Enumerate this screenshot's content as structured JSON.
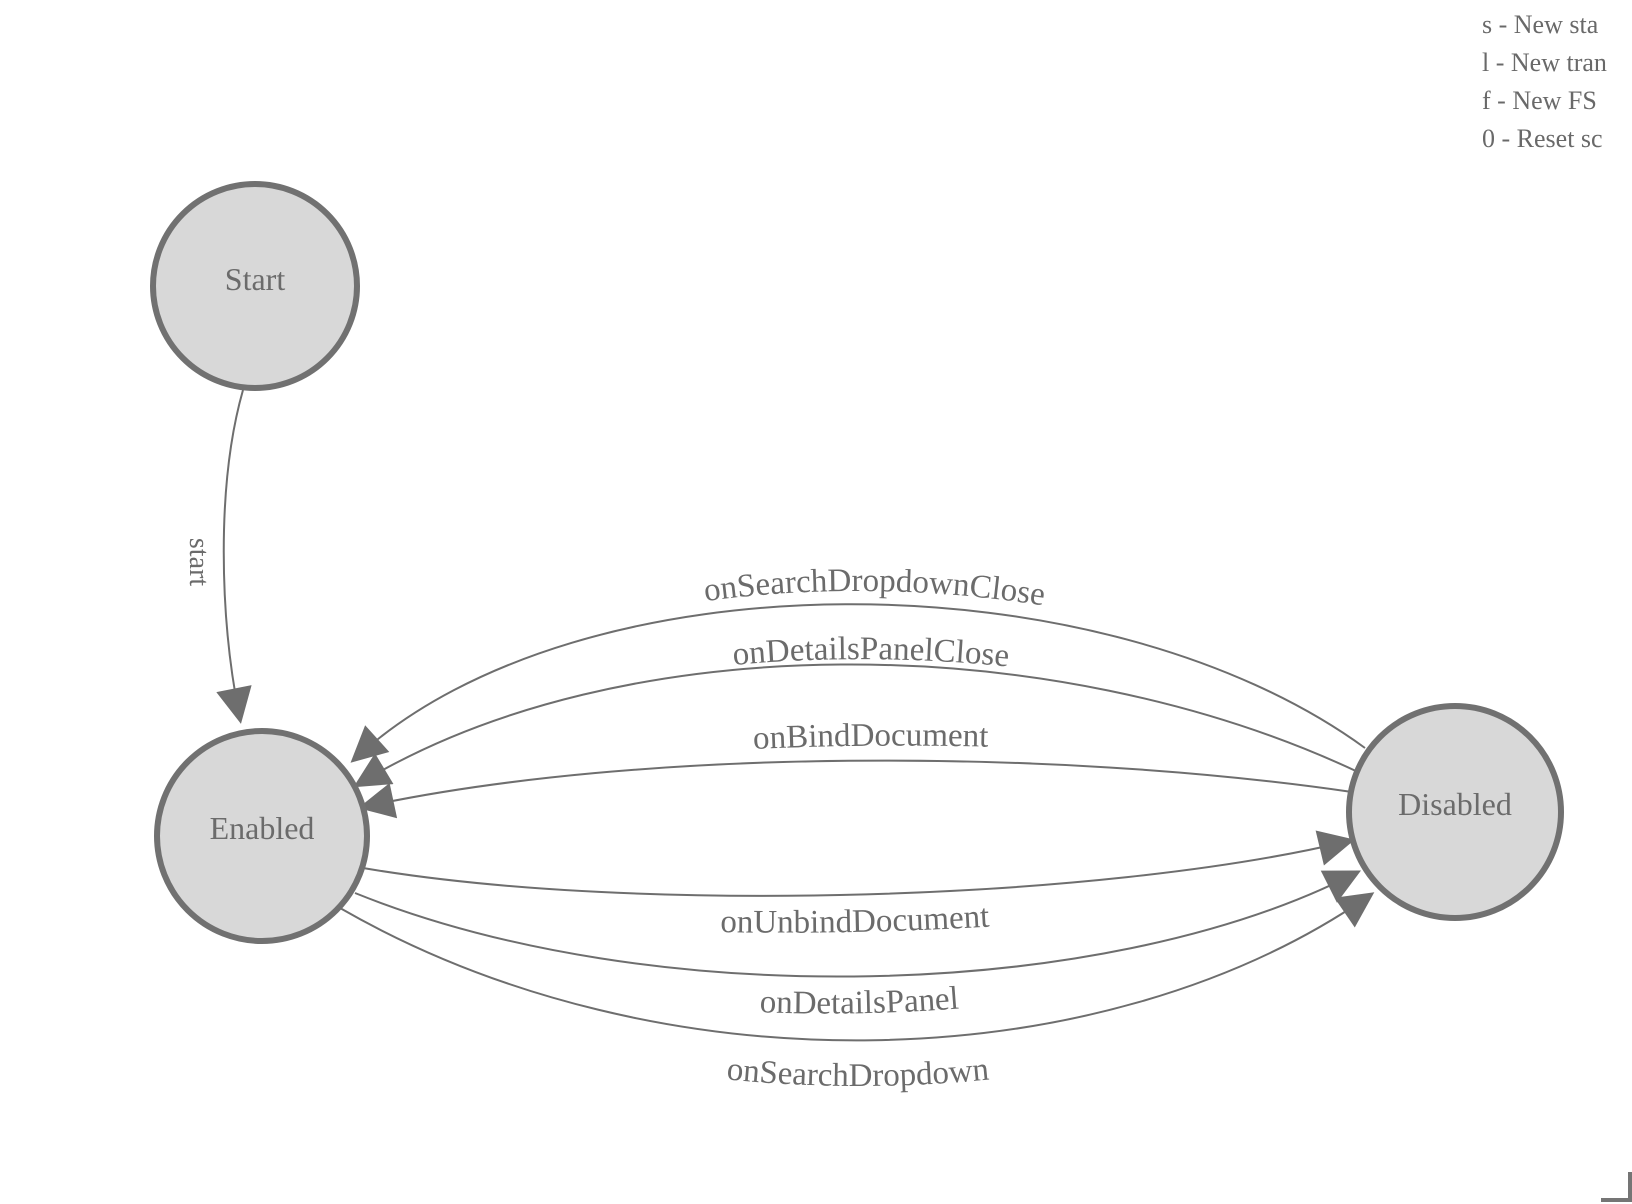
{
  "legend": {
    "lines": [
      "s - New sta",
      "l - New tran",
      "f - New FS",
      "0 - Reset sc"
    ]
  },
  "states": [
    {
      "id": "start",
      "label": "Start"
    },
    {
      "id": "enabled",
      "label": "Enabled"
    },
    {
      "id": "disabled",
      "label": "Disabled"
    }
  ],
  "transitions": [
    {
      "label": "start",
      "from": "Start",
      "to": "Enabled"
    },
    {
      "label": "onSearchDropdownClose",
      "from": "Disabled",
      "to": "Enabled"
    },
    {
      "label": "onDetailsPanelClose",
      "from": "Disabled",
      "to": "Enabled"
    },
    {
      "label": "onBindDocument",
      "from": "Disabled",
      "to": "Enabled"
    },
    {
      "label": "onUnbindDocument",
      "from": "Enabled",
      "to": "Disabled"
    },
    {
      "label": "onDetailsPanel",
      "from": "Enabled",
      "to": "Disabled"
    },
    {
      "label": "onSearchDropdown",
      "from": "Enabled",
      "to": "Disabled"
    }
  ],
  "colors": {
    "state_fill": "#d8d8d8",
    "state_stroke": "#717171",
    "edge_stroke": "#6e6e6e",
    "arrowhead": "#6e6e6e",
    "label_text": "#6b6b6b",
    "legend_text": "#696969"
  }
}
